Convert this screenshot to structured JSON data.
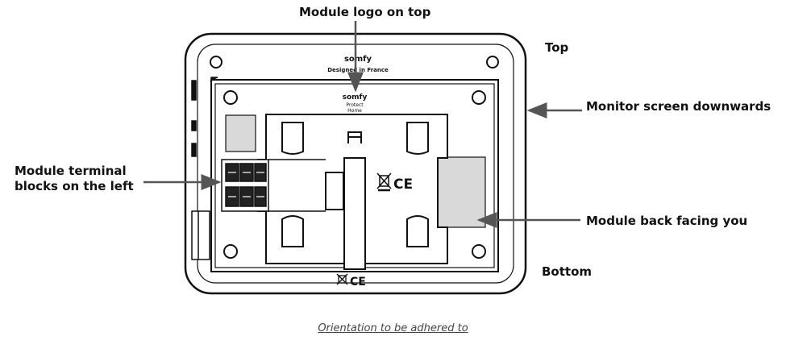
{
  "annotations": {
    "logo_on_top": "Module logo on top",
    "top": "Top",
    "screen_downwards": "Monitor screen downwards",
    "terminal_blocks": "Module terminal blocks on the left",
    "back_facing": "Module back facing you",
    "bottom": "Bottom"
  },
  "caption": "Orientation to be adhered to",
  "device": {
    "brand_outer": "somfy",
    "brand_outer_sub": "Designed in France",
    "brand_inner": "somfy",
    "brand_inner_sub_1": "Protect",
    "brand_inner_sub_2": "Home",
    "marks_center": "CE",
    "marks_bottom": "CE"
  },
  "colors": {
    "stroke": "#111111",
    "label_fill": "#d9d9d9",
    "arrow": "#555555"
  },
  "icons": [
    "weee-bin-icon",
    "ce-mark-icon"
  ]
}
